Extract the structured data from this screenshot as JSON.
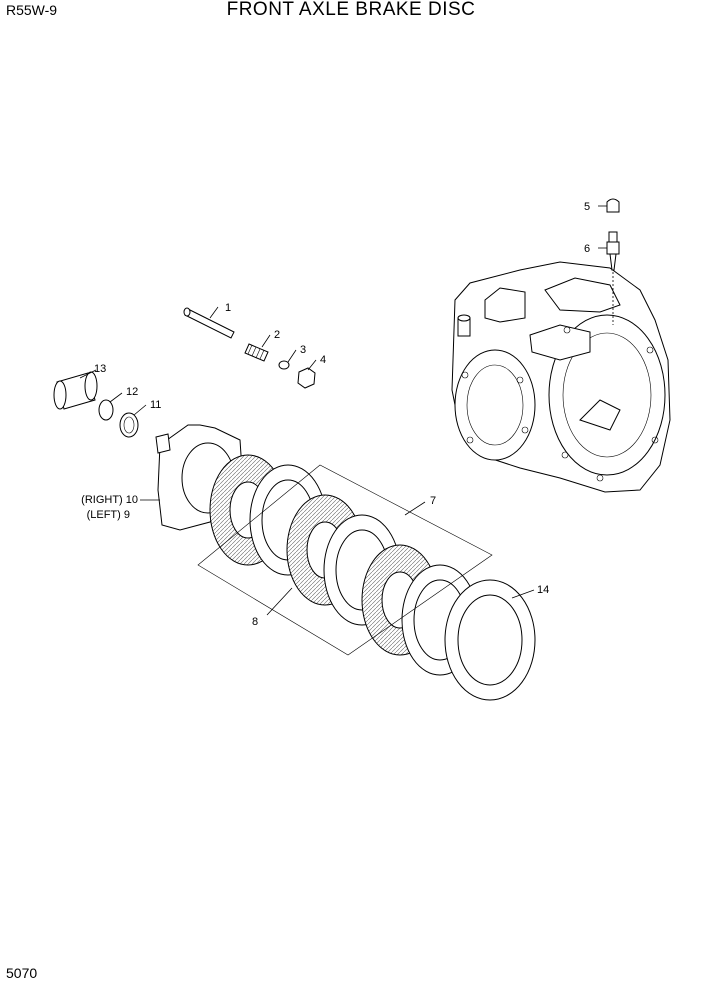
{
  "header": {
    "model": "R55W-9",
    "title": "FRONT AXLE BRAKE DISC"
  },
  "footer": {
    "page_number": "5070"
  },
  "callouts": {
    "c1": "1",
    "c2": "2",
    "c3": "3",
    "c4": "4",
    "c5": "5",
    "c6": "6",
    "c7": "7",
    "c8": "8",
    "c9": "(LEFT) 9",
    "c10": "(RIGHT) 10",
    "c11": "11",
    "c12": "12",
    "c13": "13",
    "c14": "14"
  }
}
